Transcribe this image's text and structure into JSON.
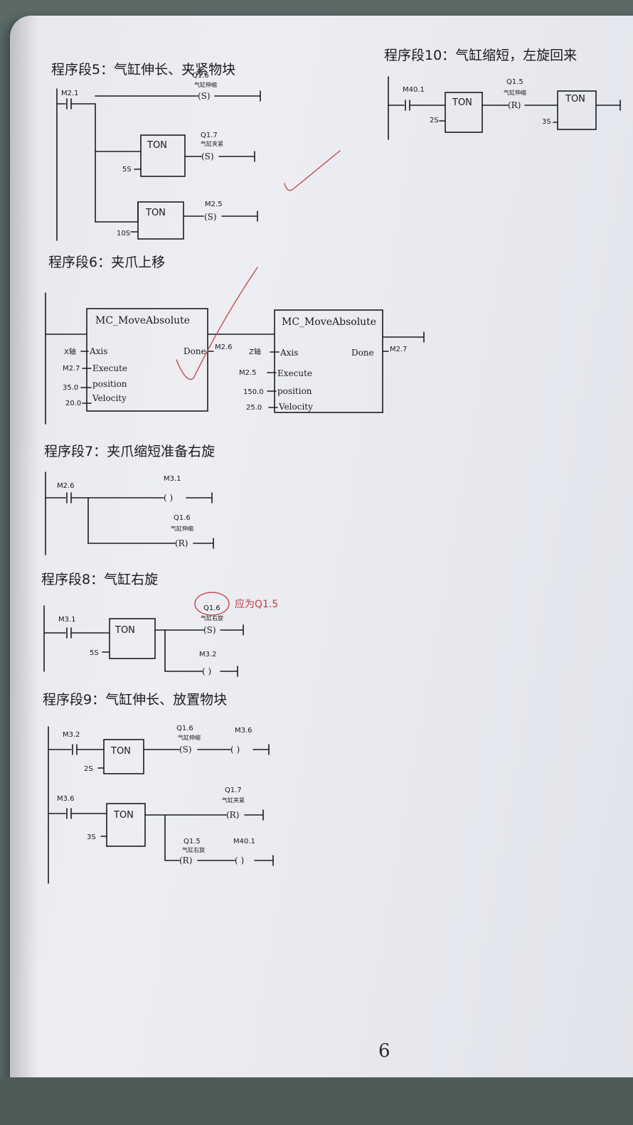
{
  "page_number": "6",
  "sections": {
    "s5": {
      "title": "程序段5：气缸伸长、夹紧物块",
      "contact": "M2.1",
      "coil1_addr": "Q1.6",
      "coil1_name": "气缸伸缩",
      "coil1_type": "(S)",
      "ton1": "TON",
      "ton1_pt": "5S",
      "coil2_addr": "Q1.7",
      "coil2_name": "气缸夹紧",
      "coil2_type": "(S)",
      "ton2": "TON",
      "ton2_pt": "10S",
      "coil3_addr": "M2.5",
      "coil3_type": "(S)"
    },
    "s6": {
      "title": "程序段6：夹爪上移",
      "fb1": {
        "name": "MC_MoveAbsolute",
        "axis_in": "X轴",
        "execute_in": "M2.7",
        "position_in": "35.0",
        "velocity_in": "20.0",
        "done_out": "M2.6"
      },
      "fb2": {
        "name": "MC_MoveAbsolute",
        "axis_in": "Z轴",
        "execute_in": "M2.5",
        "position_in": "150.0",
        "velocity_in": "25.0",
        "done_out": "M2.7"
      },
      "pins": {
        "axis": "Axis",
        "execute": "Execute",
        "position": "position",
        "velocity": "Velocity",
        "done": "Done"
      }
    },
    "s7": {
      "title": "程序段7：夹爪缩短准备右旋",
      "contact": "M2.6",
      "coil1_addr": "M3.1",
      "coil1_type": "( )",
      "coil2_addr": "Q1.6",
      "coil2_name": "气缸伸缩",
      "coil2_type": "(R)"
    },
    "s8": {
      "title": "程序段8：气缸右旋",
      "contact": "M3.1",
      "ton": "TON",
      "ton_pt": "5S",
      "coil1_addr": "Q1.6",
      "coil1_name": "气缸右旋",
      "coil1_type": "(S)",
      "red_note": "应为Q1.5",
      "coil2_addr": "M3.2",
      "coil2_type": "( )"
    },
    "s9": {
      "title": "程序段9：气缸伸长、放置物块",
      "rung1_contact": "M3.2",
      "ton1": "TON",
      "ton1_pt": "2S",
      "coil1_addr": "Q1.6",
      "coil1_name": "气缸伸缩",
      "coil1_type": "(S)",
      "coil2_addr": "M3.6",
      "coil2_type": "( )",
      "rung2_contact": "M3.6",
      "ton2": "TON",
      "ton2_pt": "3S",
      "coil3_addr": "Q1.7",
      "coil3_name": "气缸夹紧",
      "coil3_type": "(R)",
      "coil4_addr": "Q1.5",
      "coil4_name": "气缸右旋",
      "coil4_type": "(R)",
      "coil5_addr": "M40.1",
      "coil5_type": "( )"
    },
    "s10": {
      "title": "程序段10：气缸缩短，左旋回来",
      "contact": "M40.1",
      "ton1": "TON",
      "ton1_pt": "2S",
      "coil1_addr": "Q1.5",
      "coil1_name": "气缸伸缩",
      "coil1_type": "(R)",
      "ton2": "TON",
      "ton2_pt": "3S"
    }
  }
}
